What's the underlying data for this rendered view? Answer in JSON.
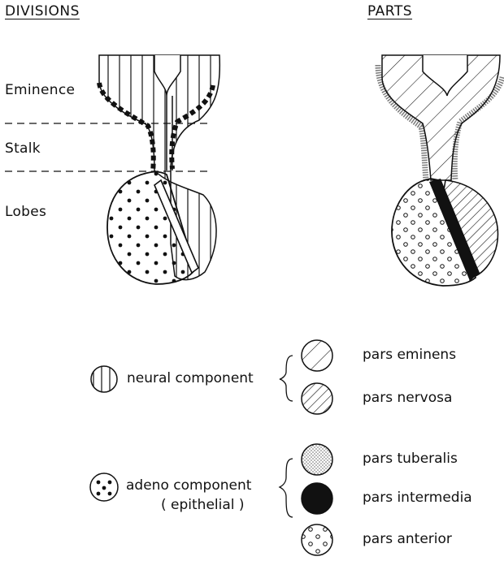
{
  "headers": {
    "left": "DIVISIONS",
    "right": "PARTS"
  },
  "divisions": {
    "eminence": "Eminence",
    "stalk": "Stalk",
    "lobes": "Lobes"
  },
  "legend": {
    "neural_component": "neural component",
    "pars_eminens": "pars eminens",
    "pars_nervosa": "pars nervosa",
    "adeno_component": "adeno component",
    "epithelial": "( epithelial )",
    "pars_tuberalis": "pars tuberalis",
    "pars_intermedia": "pars intermedia",
    "pars_anterior": "pars anterior"
  },
  "colors": {
    "ink": "#111111",
    "background": "#ffffff"
  }
}
